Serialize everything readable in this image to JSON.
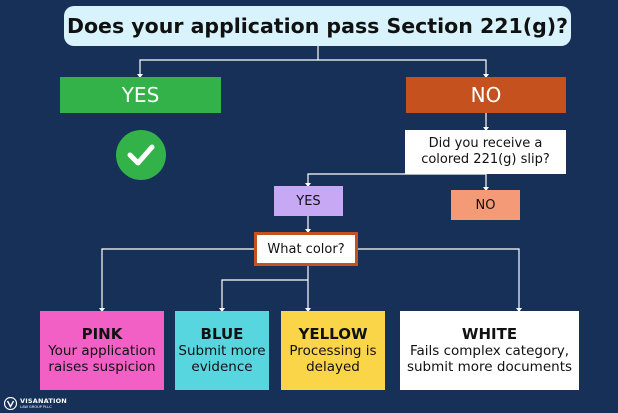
{
  "title": "Does your application pass Section 221(g)?",
  "top_yes": "YES",
  "top_no": "NO",
  "question": "Did you receive a colored 221(g) slip?",
  "mid_yes": "YES",
  "mid_no": "NO",
  "color_question": "What color?",
  "results": [
    {
      "head": "PINK",
      "desc": "Your application raises suspicion",
      "color": "#f25fc5"
    },
    {
      "head": "BLUE",
      "desc": "Submit more evidence",
      "color": "#58d6df"
    },
    {
      "head": "YELLOW",
      "desc": "Processing is delayed",
      "color": "#fbd548"
    },
    {
      "head": "WHITE",
      "desc": "Fails complex category, submit more documents",
      "color": "#ffffff"
    }
  ],
  "logo": {
    "brand": "VISANATION",
    "sub": "LAW GROUP PLLC"
  },
  "colors": {
    "background": "#173058",
    "yes": "#33b24a",
    "no": "#c4511e",
    "title_bg": "#d8f3fb"
  }
}
